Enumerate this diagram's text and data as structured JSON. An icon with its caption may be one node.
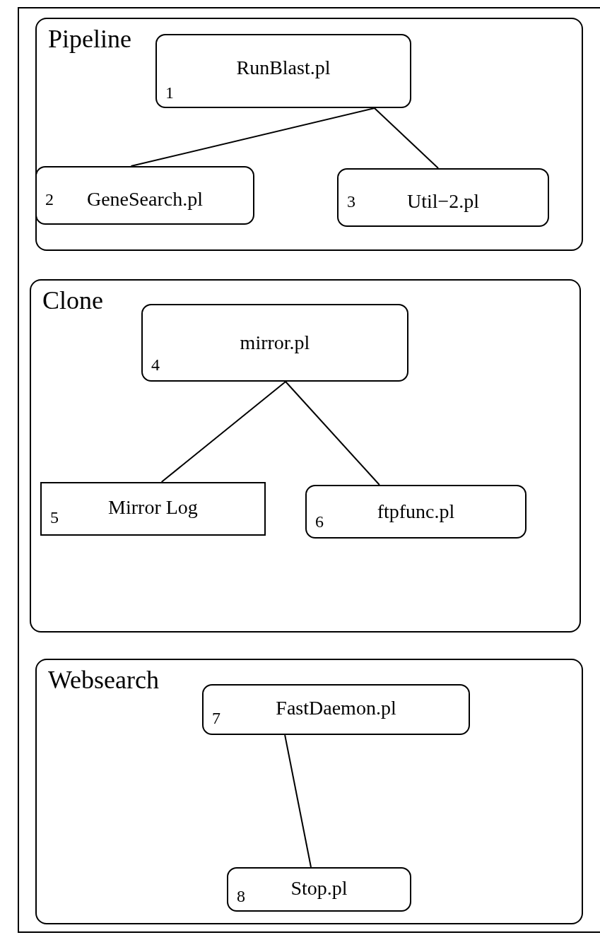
{
  "diagram": {
    "nodes": [
      {
        "text": [
          "Pipeline"
        ]
      },
      {
        "text": [
          "1",
          "RunBlast.pl"
        ],
        "in": 0
      },
      {
        "text": [
          "2",
          "GeneSearch.pl"
        ],
        "in": 0
      },
      {
        "text": [
          "3",
          "Util−2.pl"
        ],
        "in": 0
      },
      {
        "text": [
          "Clone"
        ]
      },
      {
        "text": [
          "4",
          "mirror.pl"
        ],
        "in": 4
      },
      {
        "text": [
          "5",
          "Mirror Log"
        ],
        "in": 4
      },
      {
        "text": [
          "6",
          "ftpfunc.pl"
        ],
        "in": 4
      },
      {
        "text": [
          "Websearch"
        ]
      },
      {
        "text": [
          "7",
          "FastDaemon.pl"
        ],
        "in": 8
      },
      {
        "text": [
          "8",
          "Stop.pl"
        ],
        "in": 8
      }
    ],
    "edges": [
      {
        "from": 1,
        "to": 2,
        "arrow": "none"
      },
      {
        "from": 1,
        "to": 3,
        "arrow": "none"
      },
      {
        "from": 5,
        "to": 6,
        "arrow": "none"
      },
      {
        "from": 5,
        "to": 7,
        "arrow": "none"
      },
      {
        "from": 9,
        "to": 10,
        "arrow": "none"
      }
    ]
  }
}
